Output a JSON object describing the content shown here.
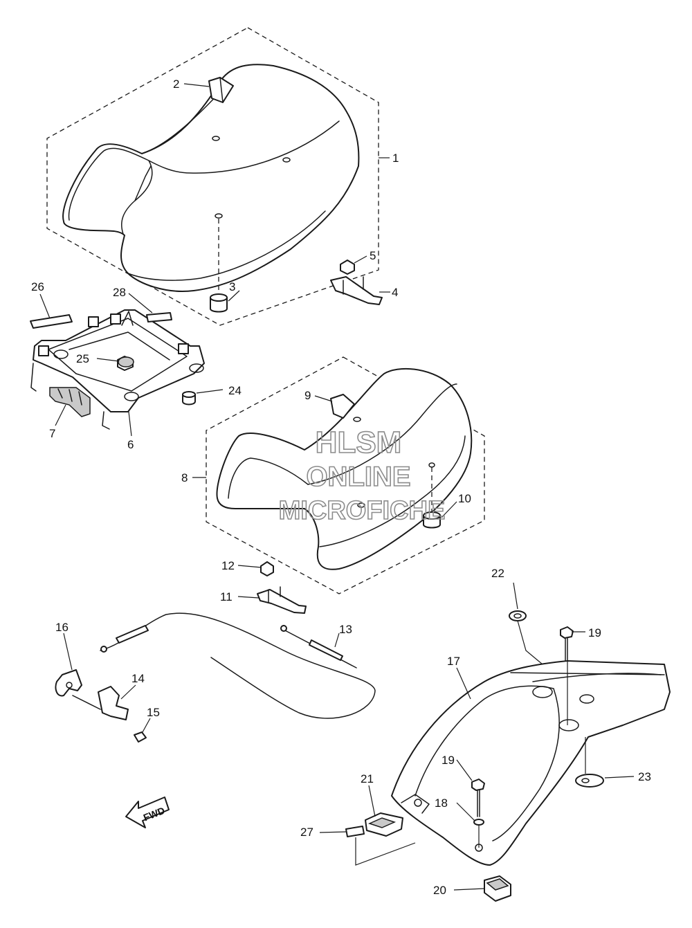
{
  "diagram": {
    "watermark": {
      "line1": "HLSM",
      "line2": "ONLINE",
      "line3": "MICROFICHE"
    },
    "direction_label": "FWD",
    "callouts": {
      "c1": "1",
      "c2": "2",
      "c3": "3",
      "c4": "4",
      "c5": "5",
      "c6": "6",
      "c7": "7",
      "c8": "8",
      "c9": "9",
      "c10": "10",
      "c11": "11",
      "c12": "12",
      "c13": "13",
      "c14": "14",
      "c15": "15",
      "c16": "16",
      "c17": "17",
      "c18": "18",
      "c19a": "19",
      "c19b": "19",
      "c20": "20",
      "c21": "21",
      "c22": "22",
      "c23": "23",
      "c24": "24",
      "c25": "25",
      "c26": "26",
      "c27": "27",
      "c28": "28"
    }
  }
}
